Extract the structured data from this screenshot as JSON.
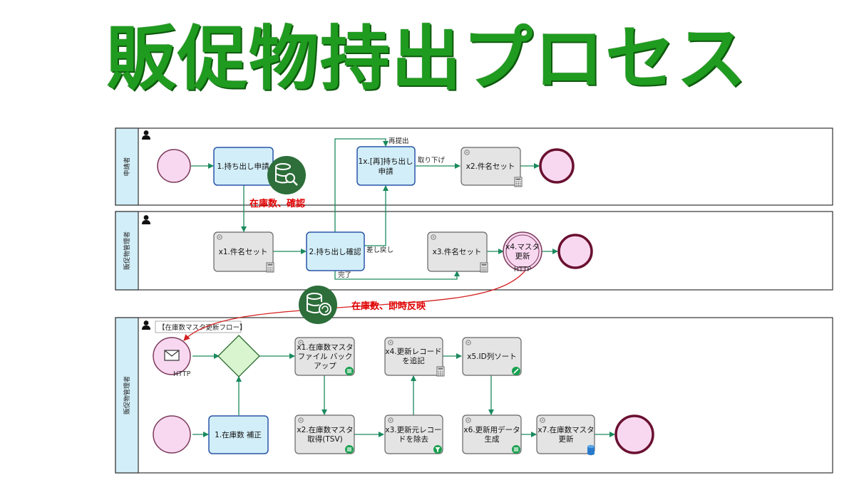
{
  "title": "販促物持出プロセス",
  "colors": {
    "title": "#1f9b1f",
    "lane_header": "#d2eef8",
    "start_event": "#f8d8f0",
    "user_task": "#d2eef8",
    "service_task": "#e4e4e4",
    "flow": "#1a8a5e",
    "annotation": "#e00000",
    "message_flow": "#d42020",
    "db_icon": "#2d6e3a"
  },
  "lanes": [
    {
      "name": "申請者"
    },
    {
      "name": "販促物管理者"
    },
    {
      "name": "販促物管理者"
    }
  ],
  "subprocess_label": "【在庫数マスタ更新フロー】",
  "tasks": {
    "t_apply": "1.持ち出し申請",
    "t_reapply": "1x.[再]持ち出し申請",
    "t_x2_name": "x2.件名セット",
    "t_x1_name": "x1.件名セット",
    "t_confirm": "2.持ち出し確認",
    "t_x3_name": "x3.件名セット",
    "t_x4_master": "x4.マスタ更新",
    "t_x1_backup": "x1.在庫数マスタファイル バックアップ",
    "t_x4_add": "x4.更新レコードを追記",
    "t_x5_sort": "x5.ID列ソート",
    "t_stock_fix": "1.在庫数 補正",
    "t_x2_get": "x2.在庫数マスタ取得(TSV)",
    "t_x3_remove": "x3.更新元レコードを除去",
    "t_x6_gen": "x6.更新用データ生成",
    "t_x7_update": "x7.在庫数マスタ更新"
  },
  "flow_labels": {
    "reapply": "再提出",
    "withdraw": "取り下げ",
    "sendback": "差し戻し",
    "done": "完了"
  },
  "http_labels": {
    "x4": "HTTP",
    "msg_start": "HTTP"
  },
  "annotations": {
    "check_stock": "在庫数、確認",
    "reflect_stock": "在庫数、即時反映"
  },
  "icons": {
    "lane_person": "person-icon",
    "task_gear": "gear-icon",
    "calculator": "calculator-icon",
    "database_search": "database-search-icon",
    "database_sync": "database-sync-icon",
    "envelope": "envelope-icon",
    "list": "list-icon",
    "filter": "filter-icon",
    "database": "database-icon"
  }
}
